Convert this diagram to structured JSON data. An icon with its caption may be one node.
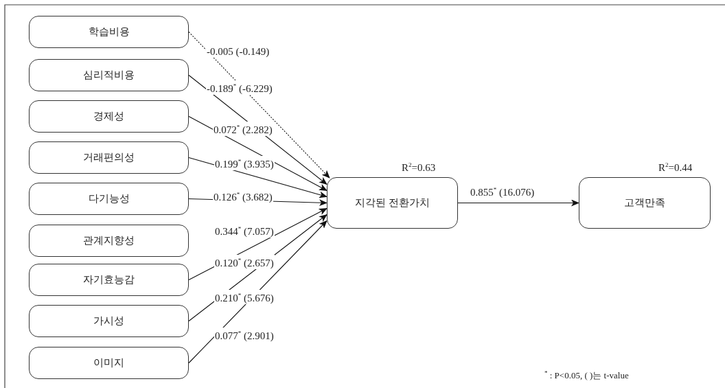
{
  "diagram": {
    "nodes": [
      {
        "text": [
          "학습비용"
        ]
      },
      {
        "text": [
          "심리적비용"
        ]
      },
      {
        "text": [
          "경제성"
        ]
      },
      {
        "text": [
          "거래편의성"
        ]
      },
      {
        "text": [
          "다기능성"
        ]
      },
      {
        "text": [
          "관계지향성"
        ]
      },
      {
        "text": [
          "자기효능감"
        ]
      },
      {
        "text": [
          "가시성"
        ]
      },
      {
        "text": [
          "이미지"
        ]
      },
      {
        "text": [
          "지각된 전환가치"
        ],
        "beside": [
          "R$^{2}$=0.63"
        ]
      },
      {
        "text": [
          "고객만족"
        ],
        "beside": [
          "R$^{2}$=0.44"
        ]
      }
    ],
    "edges": [
      {
        "from": 0,
        "to": 9,
        "arrow": "to",
        "label": "-0.005 (-0.149)",
        "style": "dashed"
      },
      {
        "from": 1,
        "to": 9,
        "arrow": "to",
        "label": "-0.189$^{*}$ (-6.229)"
      },
      {
        "from": 2,
        "to": 9,
        "arrow": "to",
        "label": "0.072$^{*}$ (2.282)"
      },
      {
        "from": 3,
        "to": 9,
        "arrow": "to",
        "label": "0.199$^{*}$ (3.935)"
      },
      {
        "from": 4,
        "to": 9,
        "arrow": "to",
        "label": "0.126$^{*}$ (3.682)"
      },
      {
        "from": 6,
        "to": 9,
        "arrow": "to",
        "label": "0.120$^{*}$ (2.657)"
      },
      {
        "from": 7,
        "to": 9,
        "arrow": "to",
        "label": "0.210$^{*}$ (5.676)"
      },
      {
        "from": 8,
        "to": 9,
        "arrow": "to",
        "label": "0.077$^{*}$ (2.901)"
      },
      {
        "from": 9,
        "to": 10,
        "arrow": "to",
        "label": "0.855$^{*}$ (16.076)"
      }
    ],
    "labels": [
      "0.344$^{*}$ (7.057)",
      "$^{*}$ : P<0.05, ( )는 t-value"
    ]
  }
}
